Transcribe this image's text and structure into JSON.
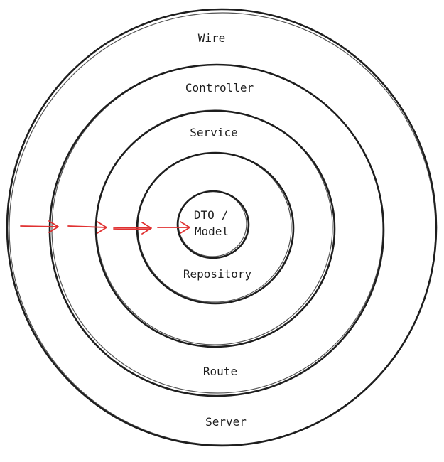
{
  "diagram": {
    "layers": [
      {
        "key": "wire",
        "label": "Wire"
      },
      {
        "key": "controller",
        "label": "Controller"
      },
      {
        "key": "service",
        "label": "Service"
      },
      {
        "key": "repository",
        "label": "Repository"
      },
      {
        "key": "dto",
        "label_line1": "DTO /",
        "label_line2": "Model"
      },
      {
        "key": "route",
        "label": "Route"
      },
      {
        "key": "server",
        "label": "Server"
      }
    ],
    "colors": {
      "stroke": "#1e1e1e",
      "arrow": "#e03131",
      "background": "#ffffff"
    }
  }
}
